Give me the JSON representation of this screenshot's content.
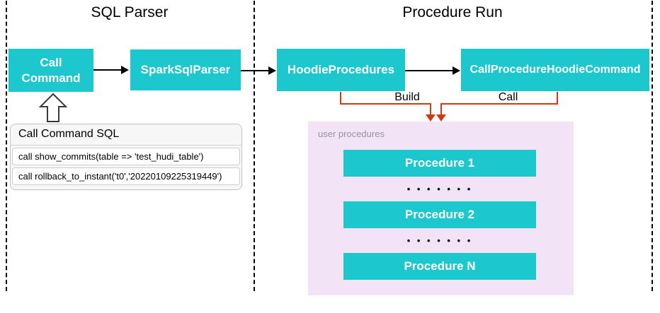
{
  "colors": {
    "teal": "#1cc7ce",
    "red": "#cc3c10",
    "purple_bg": "#f2e3f7",
    "panel_header_bg": "#f7f7f7"
  },
  "sections": {
    "left": {
      "title": "SQL Parser"
    },
    "right": {
      "title": "Procedure Run"
    }
  },
  "nodes": {
    "call_command": {
      "label": "Call\nCommand"
    },
    "spark_sql_parser": {
      "label": "SparkSqlParser"
    },
    "hoodie_procedures": {
      "label": "HoodieProcedures"
    },
    "call_procedure_hoodie_command": {
      "label": "CallProcedureHoodieCommand"
    }
  },
  "edges": {
    "build_label": "Build",
    "call_label": "Call"
  },
  "user_procedures": {
    "label": "user procedures",
    "items": [
      "Procedure 1",
      "Procedure 2",
      "Procedure N"
    ],
    "dots": "• • • • • • •"
  },
  "sql_panel": {
    "header": "Call Command SQL",
    "rows": [
      "call show_commits(table => 'test_hudi_table')",
      "call rollback_to_instant('t0','20220109225319449')"
    ]
  }
}
